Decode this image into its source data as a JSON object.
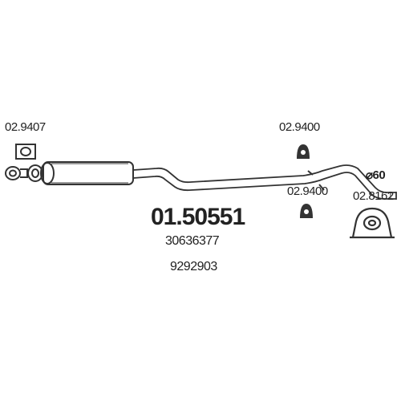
{
  "main_part_number": "01.50551",
  "oem_numbers": [
    "30636377",
    "9292903"
  ],
  "diameter_label": "⌀60",
  "components": [
    {
      "code": "02.9407",
      "icon": "gasket-icon"
    },
    {
      "code": "02.9400",
      "icon": "rubber-hanger-icon"
    },
    {
      "code": "02.9400",
      "icon": "rubber-hanger-icon"
    },
    {
      "code": "02.8162",
      "icon": "mounting-bracket-icon"
    }
  ],
  "colors": {
    "line": "#333333",
    "text": "#222222"
  }
}
